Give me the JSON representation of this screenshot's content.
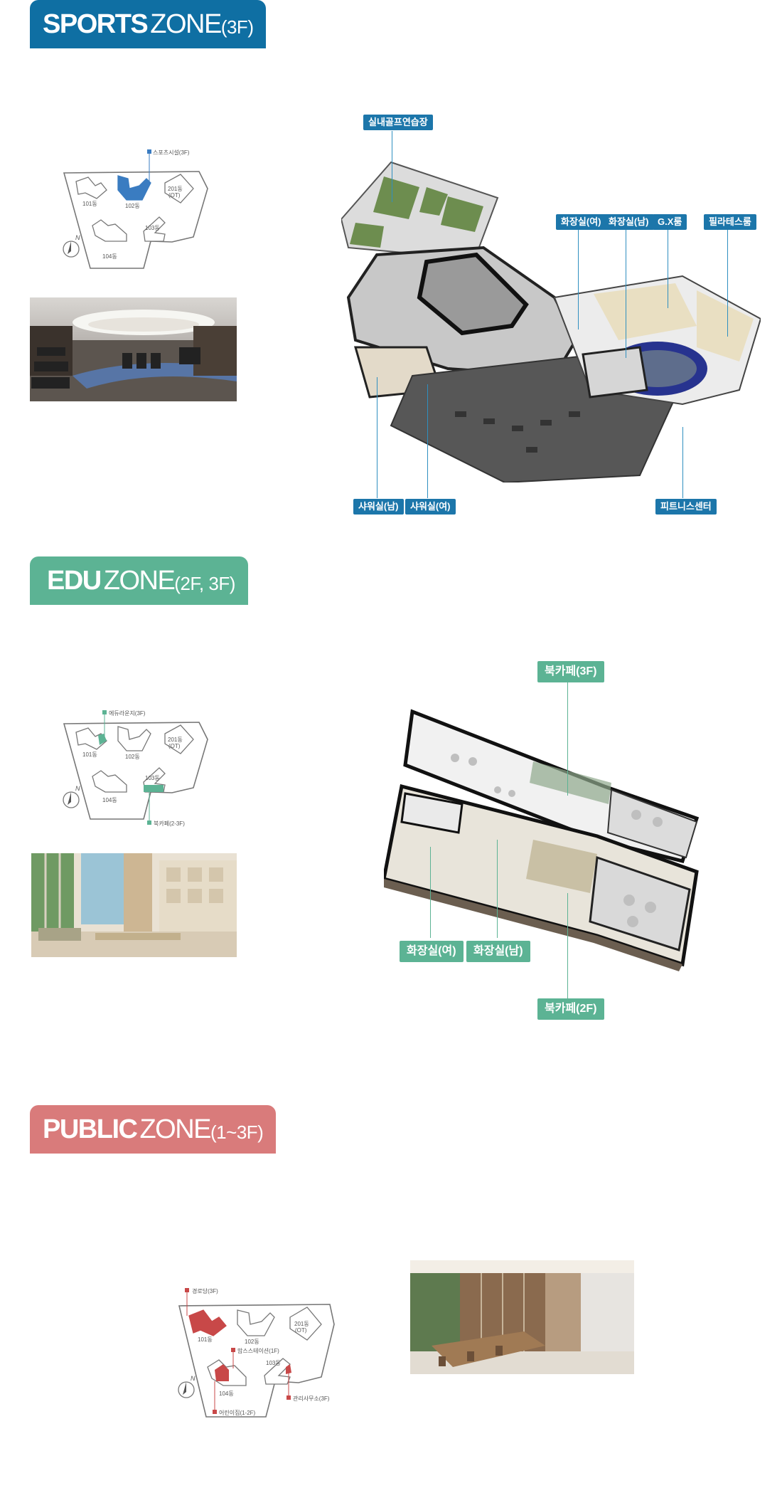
{
  "sports": {
    "header": {
      "bold": "SPORTS",
      "light": "ZONE",
      "floor": "(3F)"
    },
    "map": {
      "marker_label": "스포츠시설(3F)",
      "buildings": [
        "101동",
        "102동",
        "103동",
        "104동",
        "201동",
        "(OT)"
      ]
    },
    "labels": {
      "golf": "실내골프연습장",
      "restroom_f": "화장실(여)",
      "restroom_m": "화장실(남)",
      "gx": "G.X룸",
      "pilates": "필라테스룸",
      "shower_m": "샤워실(남)",
      "shower_f": "샤워실(여)",
      "fitness": "피트니스센터"
    }
  },
  "edu": {
    "header": {
      "bold": "EDU",
      "light": "ZONE",
      "floor": "(2F, 3F)"
    },
    "map": {
      "marker_label_top": "에듀라운지(3F)",
      "marker_label_bottom": "북카페(2-3F)",
      "buildings": [
        "101동",
        "102동",
        "103동",
        "104동",
        "201동",
        "(OT)"
      ]
    },
    "labels": {
      "bookcafe_3f": "북카페(3F)",
      "restroom_f": "화장실(여)",
      "restroom_m": "화장실(남)",
      "bookcafe_2f": "북카페(2F)"
    }
  },
  "public": {
    "header": {
      "bold": "PUBLIC",
      "light": "ZONE",
      "floor": "(1~3F)"
    },
    "map": {
      "marker_senior": "경로당(3F)",
      "marker_pickup": "맘스스테이션(1F)",
      "marker_office": "관리사무소(3F)",
      "marker_daycare": "어린이집(1-2F)",
      "buildings": [
        "101동",
        "102동",
        "103동",
        "104동",
        "201동",
        "(OT)"
      ]
    }
  },
  "colors": {
    "sports": "#0f6fa3",
    "edu": "#5cb394",
    "public": "#d97b7b"
  }
}
